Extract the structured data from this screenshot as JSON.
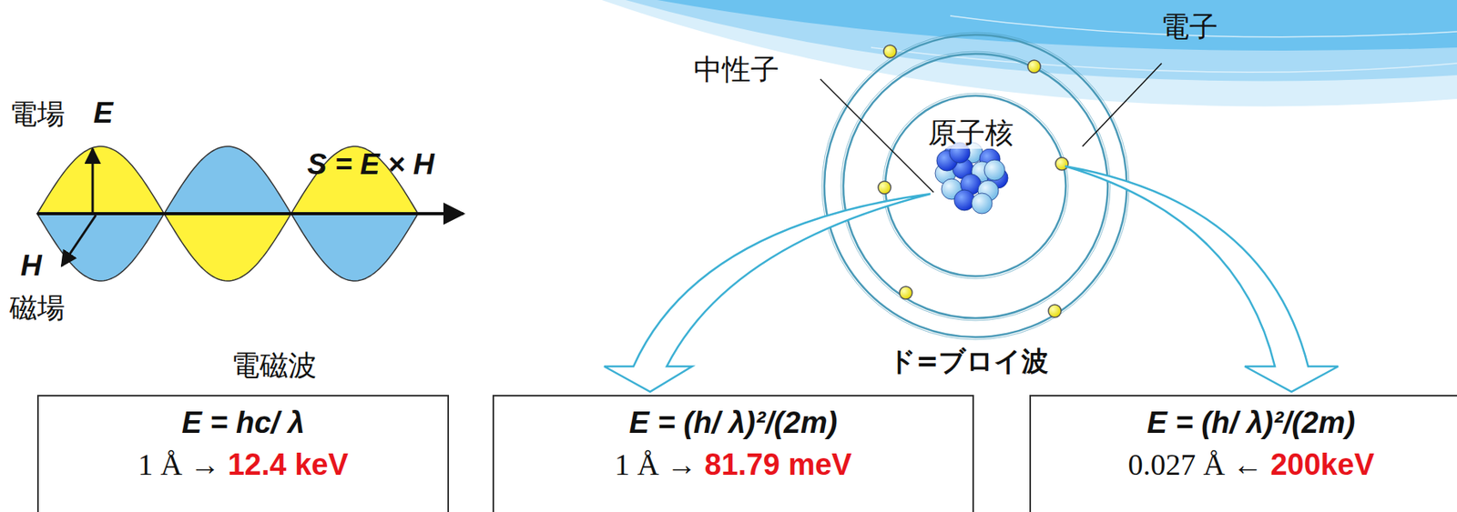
{
  "diagram": {
    "nodes": [
      {
        "text": [
          "E = hc/ λ",
          "1 Å →",
          "12.4 keV"
        ]
      },
      {
        "text": [
          "E = (h/ λ)²/(2m)",
          "1 Å →",
          "81.79 meV"
        ]
      },
      {
        "text": [
          "E = (h/ λ)²/(2m)",
          "0.027 Å ←",
          "200keV"
        ]
      }
    ],
    "labels": [
      "電場",
      "E",
      "S = E × H",
      "H",
      "磁場",
      "中性子",
      "電子",
      "原子核",
      "電磁波",
      "ド=ブロイ波"
    ]
  }
}
